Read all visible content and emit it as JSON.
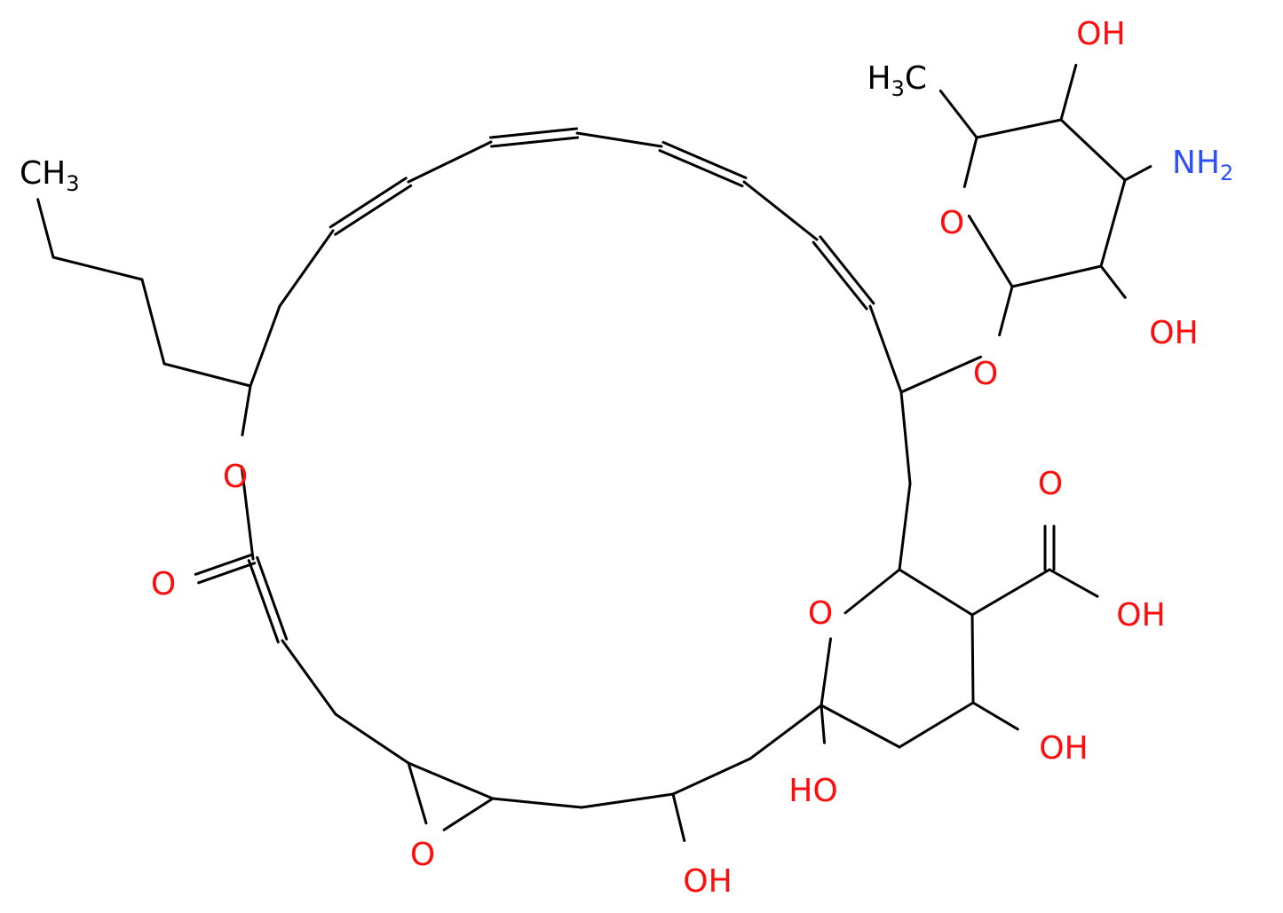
{
  "colors": {
    "background": "#ffffff",
    "bond": "#000000",
    "oxygen": "#ff0d0d",
    "nitrogen": "#3050f8",
    "carbon": "#000000"
  },
  "labels": {
    "oh_sugar_top": "OH",
    "ch3_sugar": "H3C",
    "nh2": "NH2",
    "o_sugar_ring": "O",
    "oh_sugar_bottom": "OH",
    "o_glycosidic": "O",
    "ch3_butyl": "CH3",
    "o_lactone_ring": "O",
    "o_carbonyl": "O",
    "o_carboxyl_double": "O",
    "oh_carboxyl": "OH",
    "o_pyran": "O",
    "oh_pyran_right": "OH",
    "oh_pyran_hemiketal": "HO",
    "o_epoxide": "O",
    "oh_lower": "OH"
  }
}
